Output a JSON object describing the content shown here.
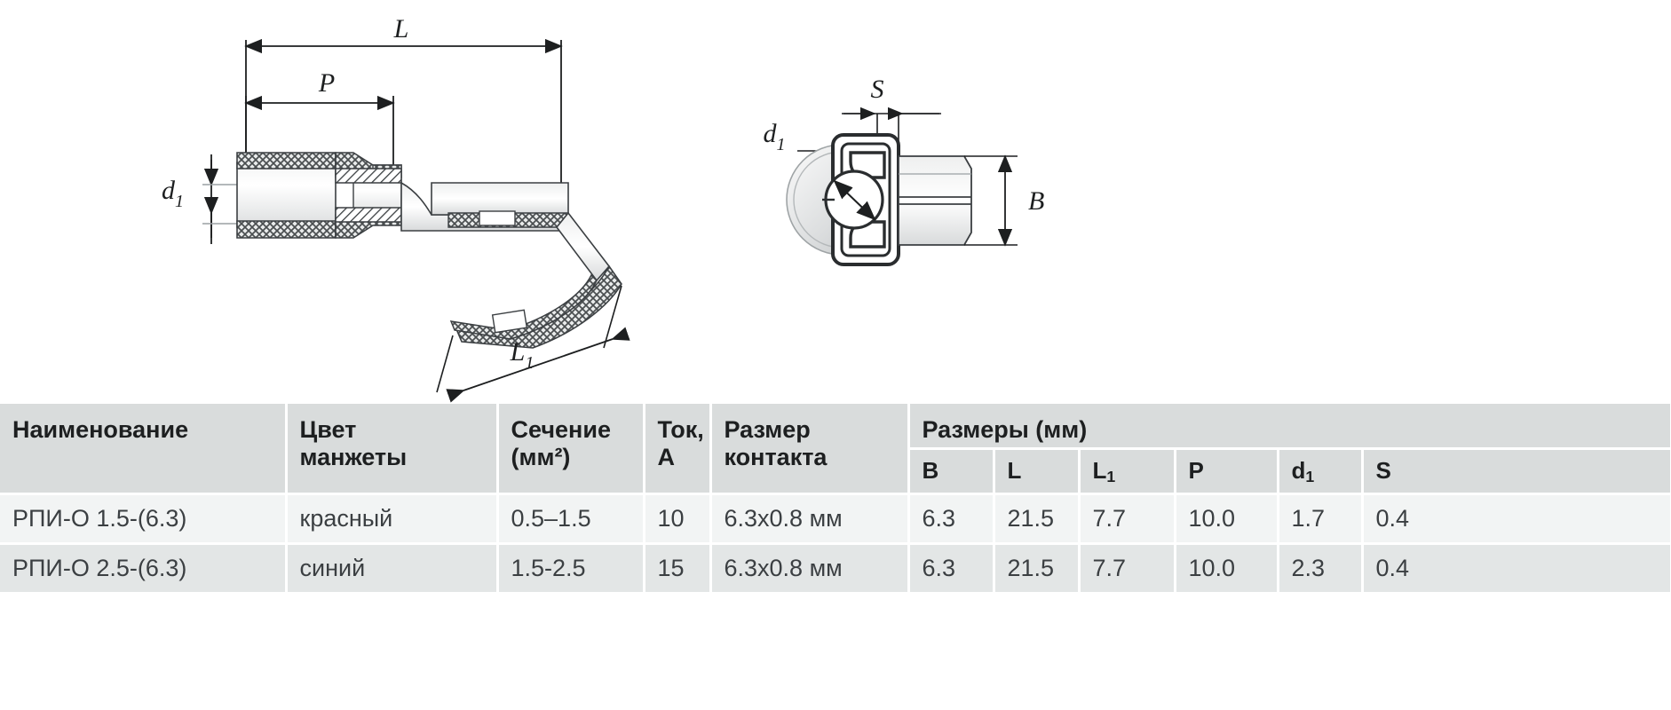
{
  "diagram": {
    "title": "insulated-hook-terminal-dimensioned-drawing",
    "labels": {
      "length_overall": "L",
      "insulation_length": "P",
      "bore_diameter": "d",
      "bore_diameter_sub": "1",
      "hook_length": "L",
      "hook_length_sub": "1",
      "thickness": "S",
      "width": "B",
      "bore_diameter_right": "d",
      "bore_diameter_right_sub": "1"
    }
  },
  "table": {
    "headers": {
      "name": "Наименование",
      "sleeve_color_line1": "Цвет",
      "sleeve_color_line2": "манжеты",
      "cross_section_line1": "Сечение",
      "cross_section_line2": "(мм²)",
      "current_line1": "Ток,",
      "current_line2": "А",
      "contact_size_line1": "Размер",
      "contact_size_line2": "контакта",
      "dimensions_group": "Размеры (мм)",
      "dim_B": "B",
      "dim_L": "L",
      "dim_L1": "L",
      "dim_L1_sub": "1",
      "dim_P": "P",
      "dim_d1": "d",
      "dim_d1_sub": "1",
      "dim_S": "S"
    },
    "rows": [
      {
        "name": "РПИ-О 1.5-(6.3)",
        "sleeve_color": "красный",
        "cross_section": "0.5–1.5",
        "current": "10",
        "contact_size": "6.3x0.8 мм",
        "B": "6.3",
        "L": "21.5",
        "L1": "7.7",
        "P": "10.0",
        "d1": "1.7",
        "S": "0.4"
      },
      {
        "name": "РПИ-О 2.5-(6.3)",
        "sleeve_color": "синий",
        "cross_section": "1.5-2.5",
        "current": "15",
        "contact_size": "6.3x0.8 мм",
        "B": "6.3",
        "L": "21.5",
        "L1": "7.7",
        "P": "10.0",
        "d1": "2.3",
        "S": "0.4"
      }
    ]
  },
  "colors": {
    "header_bg": "#d9dcdc",
    "row_even_bg": "#f2f4f4",
    "row_odd_bg": "#e3e6e6",
    "text": "#3b3f42",
    "line": "#1d1f20"
  }
}
